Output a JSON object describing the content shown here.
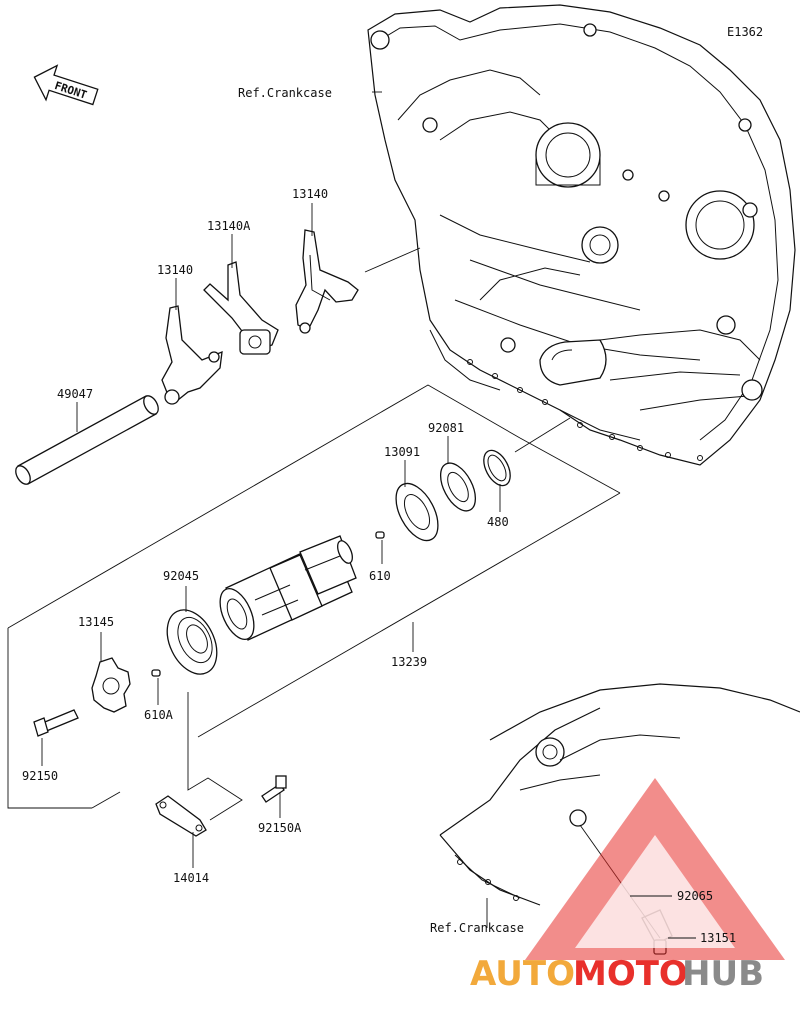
{
  "diagram_code": "E1362",
  "front_label": "FRONT",
  "ref_upper": "Ref.Crankcase",
  "ref_lower": "Ref.Crankcase",
  "parts": {
    "fork_right": "13140",
    "fork_mid": "13140A",
    "fork_left": "13140",
    "shaft": "49047",
    "washer": "92081",
    "plate": "13091",
    "circlip": "480",
    "pin": "610",
    "bearing": "92045",
    "drum": "13239",
    "star": "13145",
    "pin_a": "610A",
    "bolt": "92150",
    "bolt_a": "92150A",
    "stopper": "14014",
    "oring": "92065",
    "switch": "13151"
  },
  "watermark": {
    "part1": "AUTO",
    "part2": "MOTO",
    "part3": "HUB",
    "colors": {
      "orange": "#f2a93b",
      "red": "#e8302b",
      "gray": "#8a8a8a"
    }
  }
}
